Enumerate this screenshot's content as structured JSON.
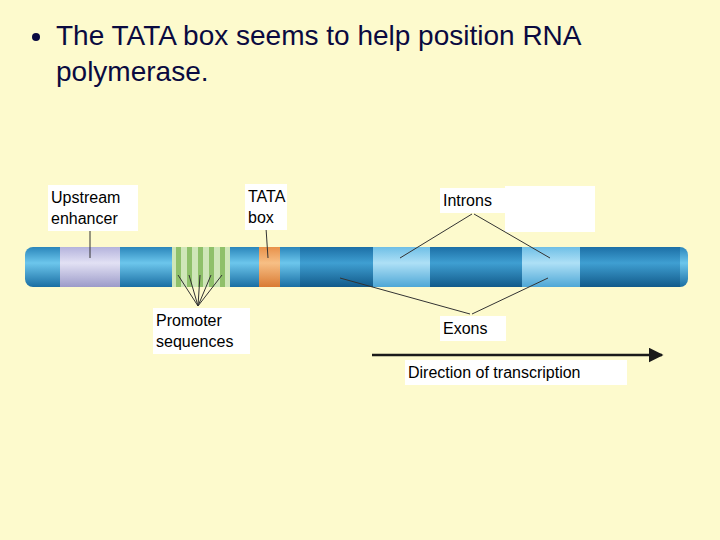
{
  "diagram": {
    "title": "The TATA box seems to help position RNA polymerase.",
    "labels": [
      "Upstream enhancer",
      "TATA box",
      "Introns",
      "Promoter sequences",
      "Exons",
      "Direction of transcription"
    ]
  }
}
